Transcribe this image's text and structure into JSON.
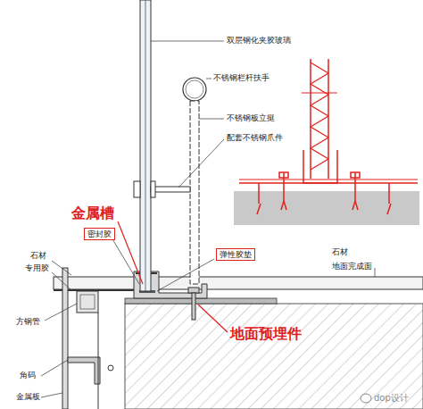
{
  "diagram": {
    "nodes": [
      {
        "text": [
          "密封胶"
        ]
      },
      {
        "text": [
          "弹性胶垫"
        ]
      }
    ],
    "labels": [
      "双层钢化夹胶玻璃",
      "不锈钢栏杆扶手",
      "不锈钢板立挺",
      "配套不锈钢爪件",
      "金属槽",
      "石材",
      "专用胶",
      "石材",
      "地面完成面",
      "方钢管",
      "地面预埋件",
      "角码",
      "金属板",
      "dop设计"
    ]
  }
}
